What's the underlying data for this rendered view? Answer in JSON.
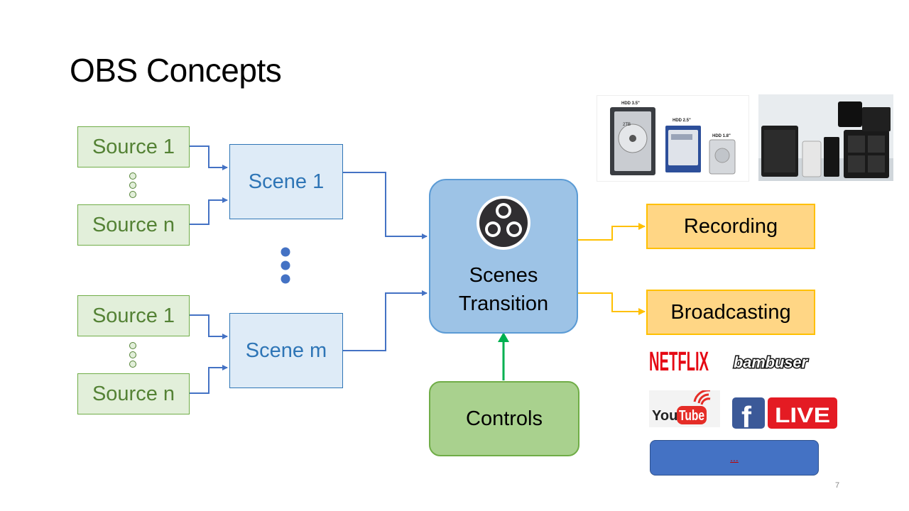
{
  "slide": {
    "title": "OBS Concepts",
    "page_number": "7"
  },
  "group1": {
    "source_top": "Source 1",
    "source_bottom": "Source n",
    "scene": "Scene 1"
  },
  "group2": {
    "source_top": "Source 1",
    "source_bottom": "Source n",
    "scene": "Scene m"
  },
  "center": {
    "transition_line1": "Scenes",
    "transition_line2": "Transition",
    "controls": "Controls"
  },
  "outputs": {
    "recording": "Recording",
    "broadcasting": "Broadcasting",
    "more": "..."
  },
  "photos": {
    "hdd_labels": [
      "HDD 3.5\"",
      "HDD 2.5\"",
      "HDD 1.8\""
    ],
    "hdd_capacity": "2TB"
  },
  "logos": {
    "netflix": "NETFLIX",
    "bambuser": "bambuser",
    "youtube_you": "You",
    "youtube_tube": "Tube",
    "facebook_f": "f",
    "facebook_live": "LIVE"
  },
  "colors": {
    "source_fill": "#e2efda",
    "source_text": "#548235",
    "scene_fill": "#deebf7",
    "scene_text": "#2e75b6",
    "wire_blue": "#4472c4",
    "wire_orange": "#ffc000",
    "wire_green": "#00b050",
    "transition_fill": "#9dc3e6",
    "controls_fill": "#a9d18e",
    "output_fill": "#ffd685"
  }
}
